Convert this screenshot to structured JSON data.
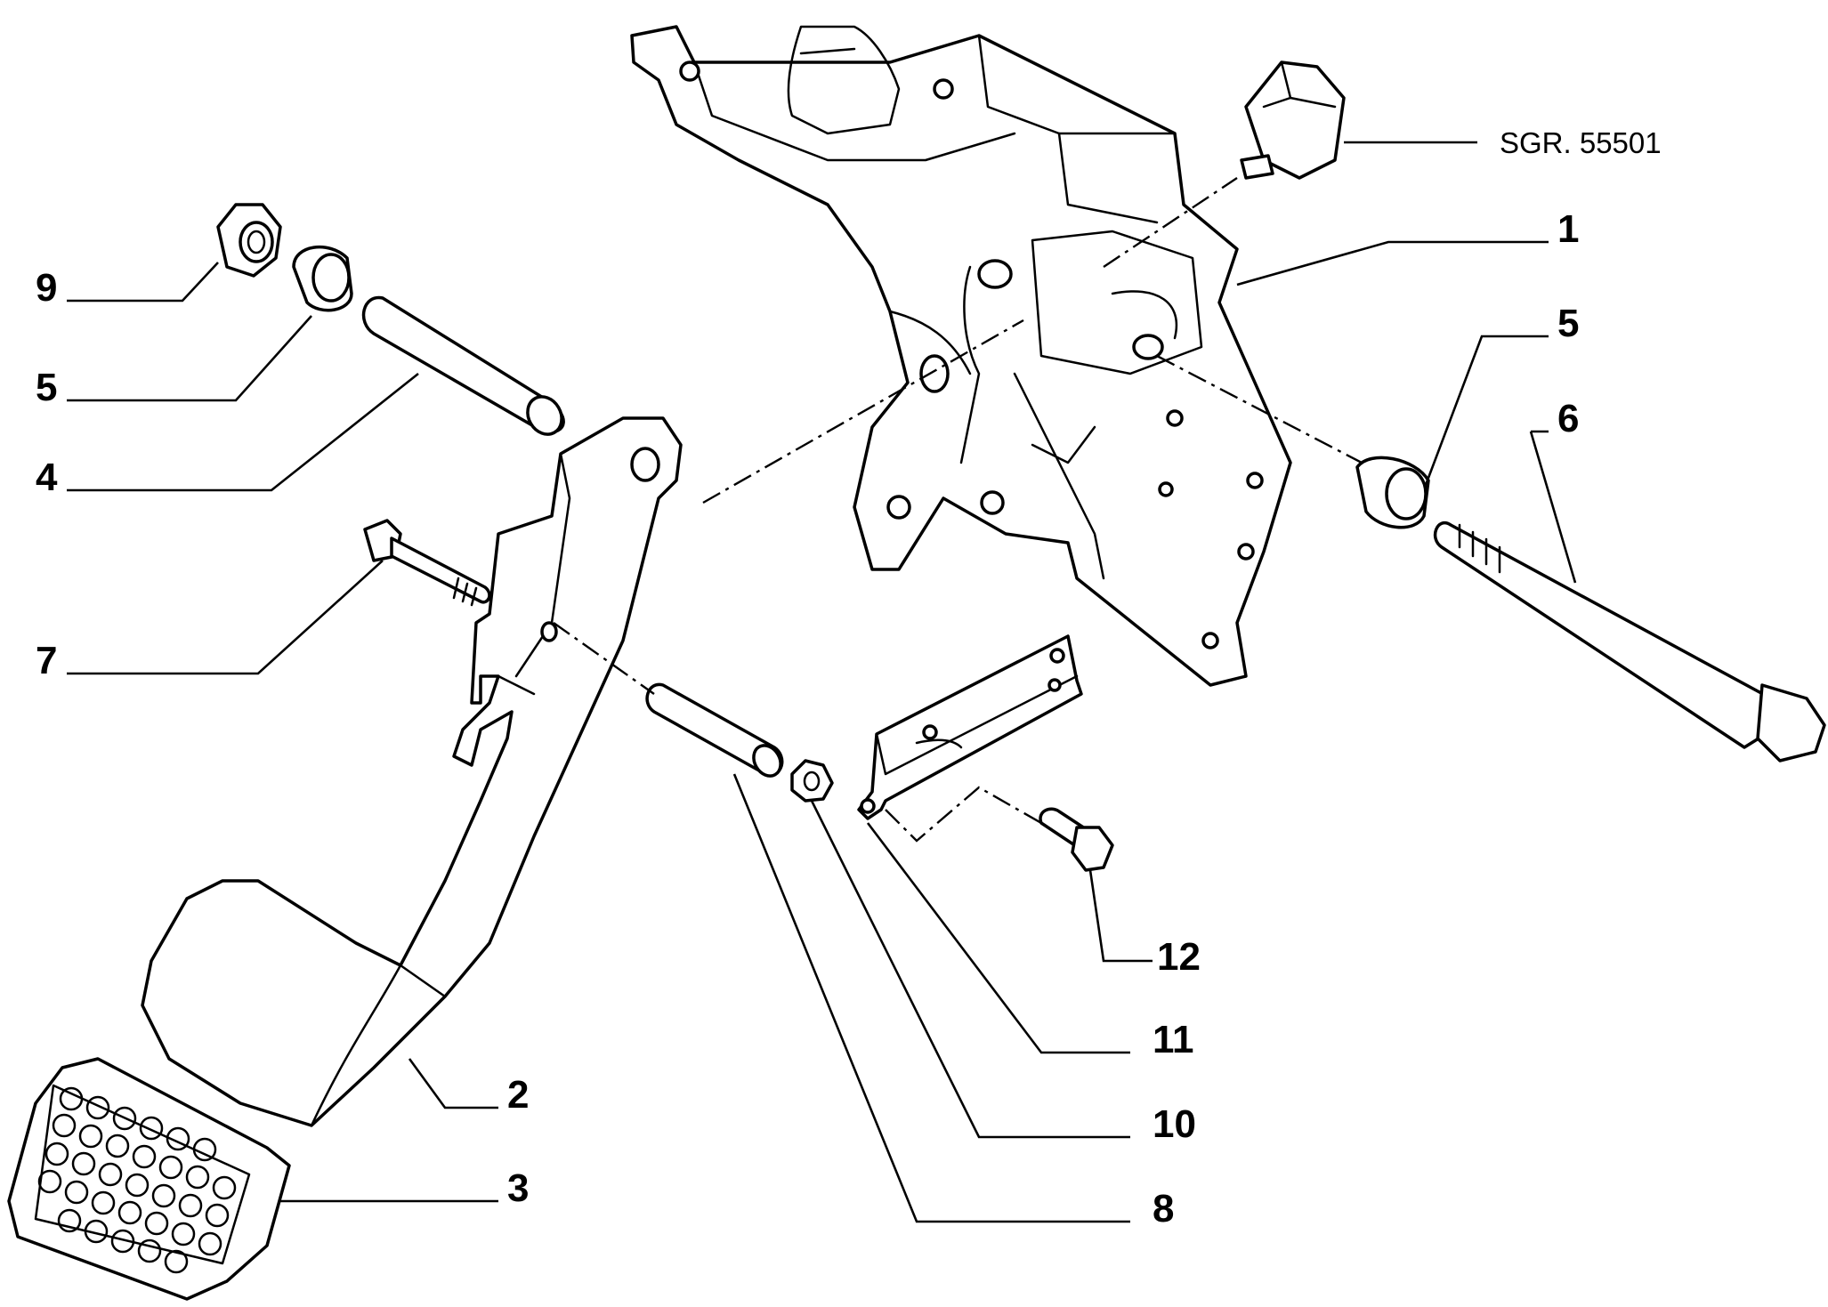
{
  "reference": "SGR. 55501",
  "callouts": {
    "c1": "1",
    "c2": "2",
    "c3": "3",
    "c4": "4",
    "c5a": "5",
    "c5b": "5",
    "c6": "6",
    "c7": "7",
    "c8": "8",
    "c9": "9",
    "c10": "10",
    "c11": "11",
    "c12": "12"
  },
  "colors": {
    "line": "#000000",
    "background": "#ffffff"
  }
}
